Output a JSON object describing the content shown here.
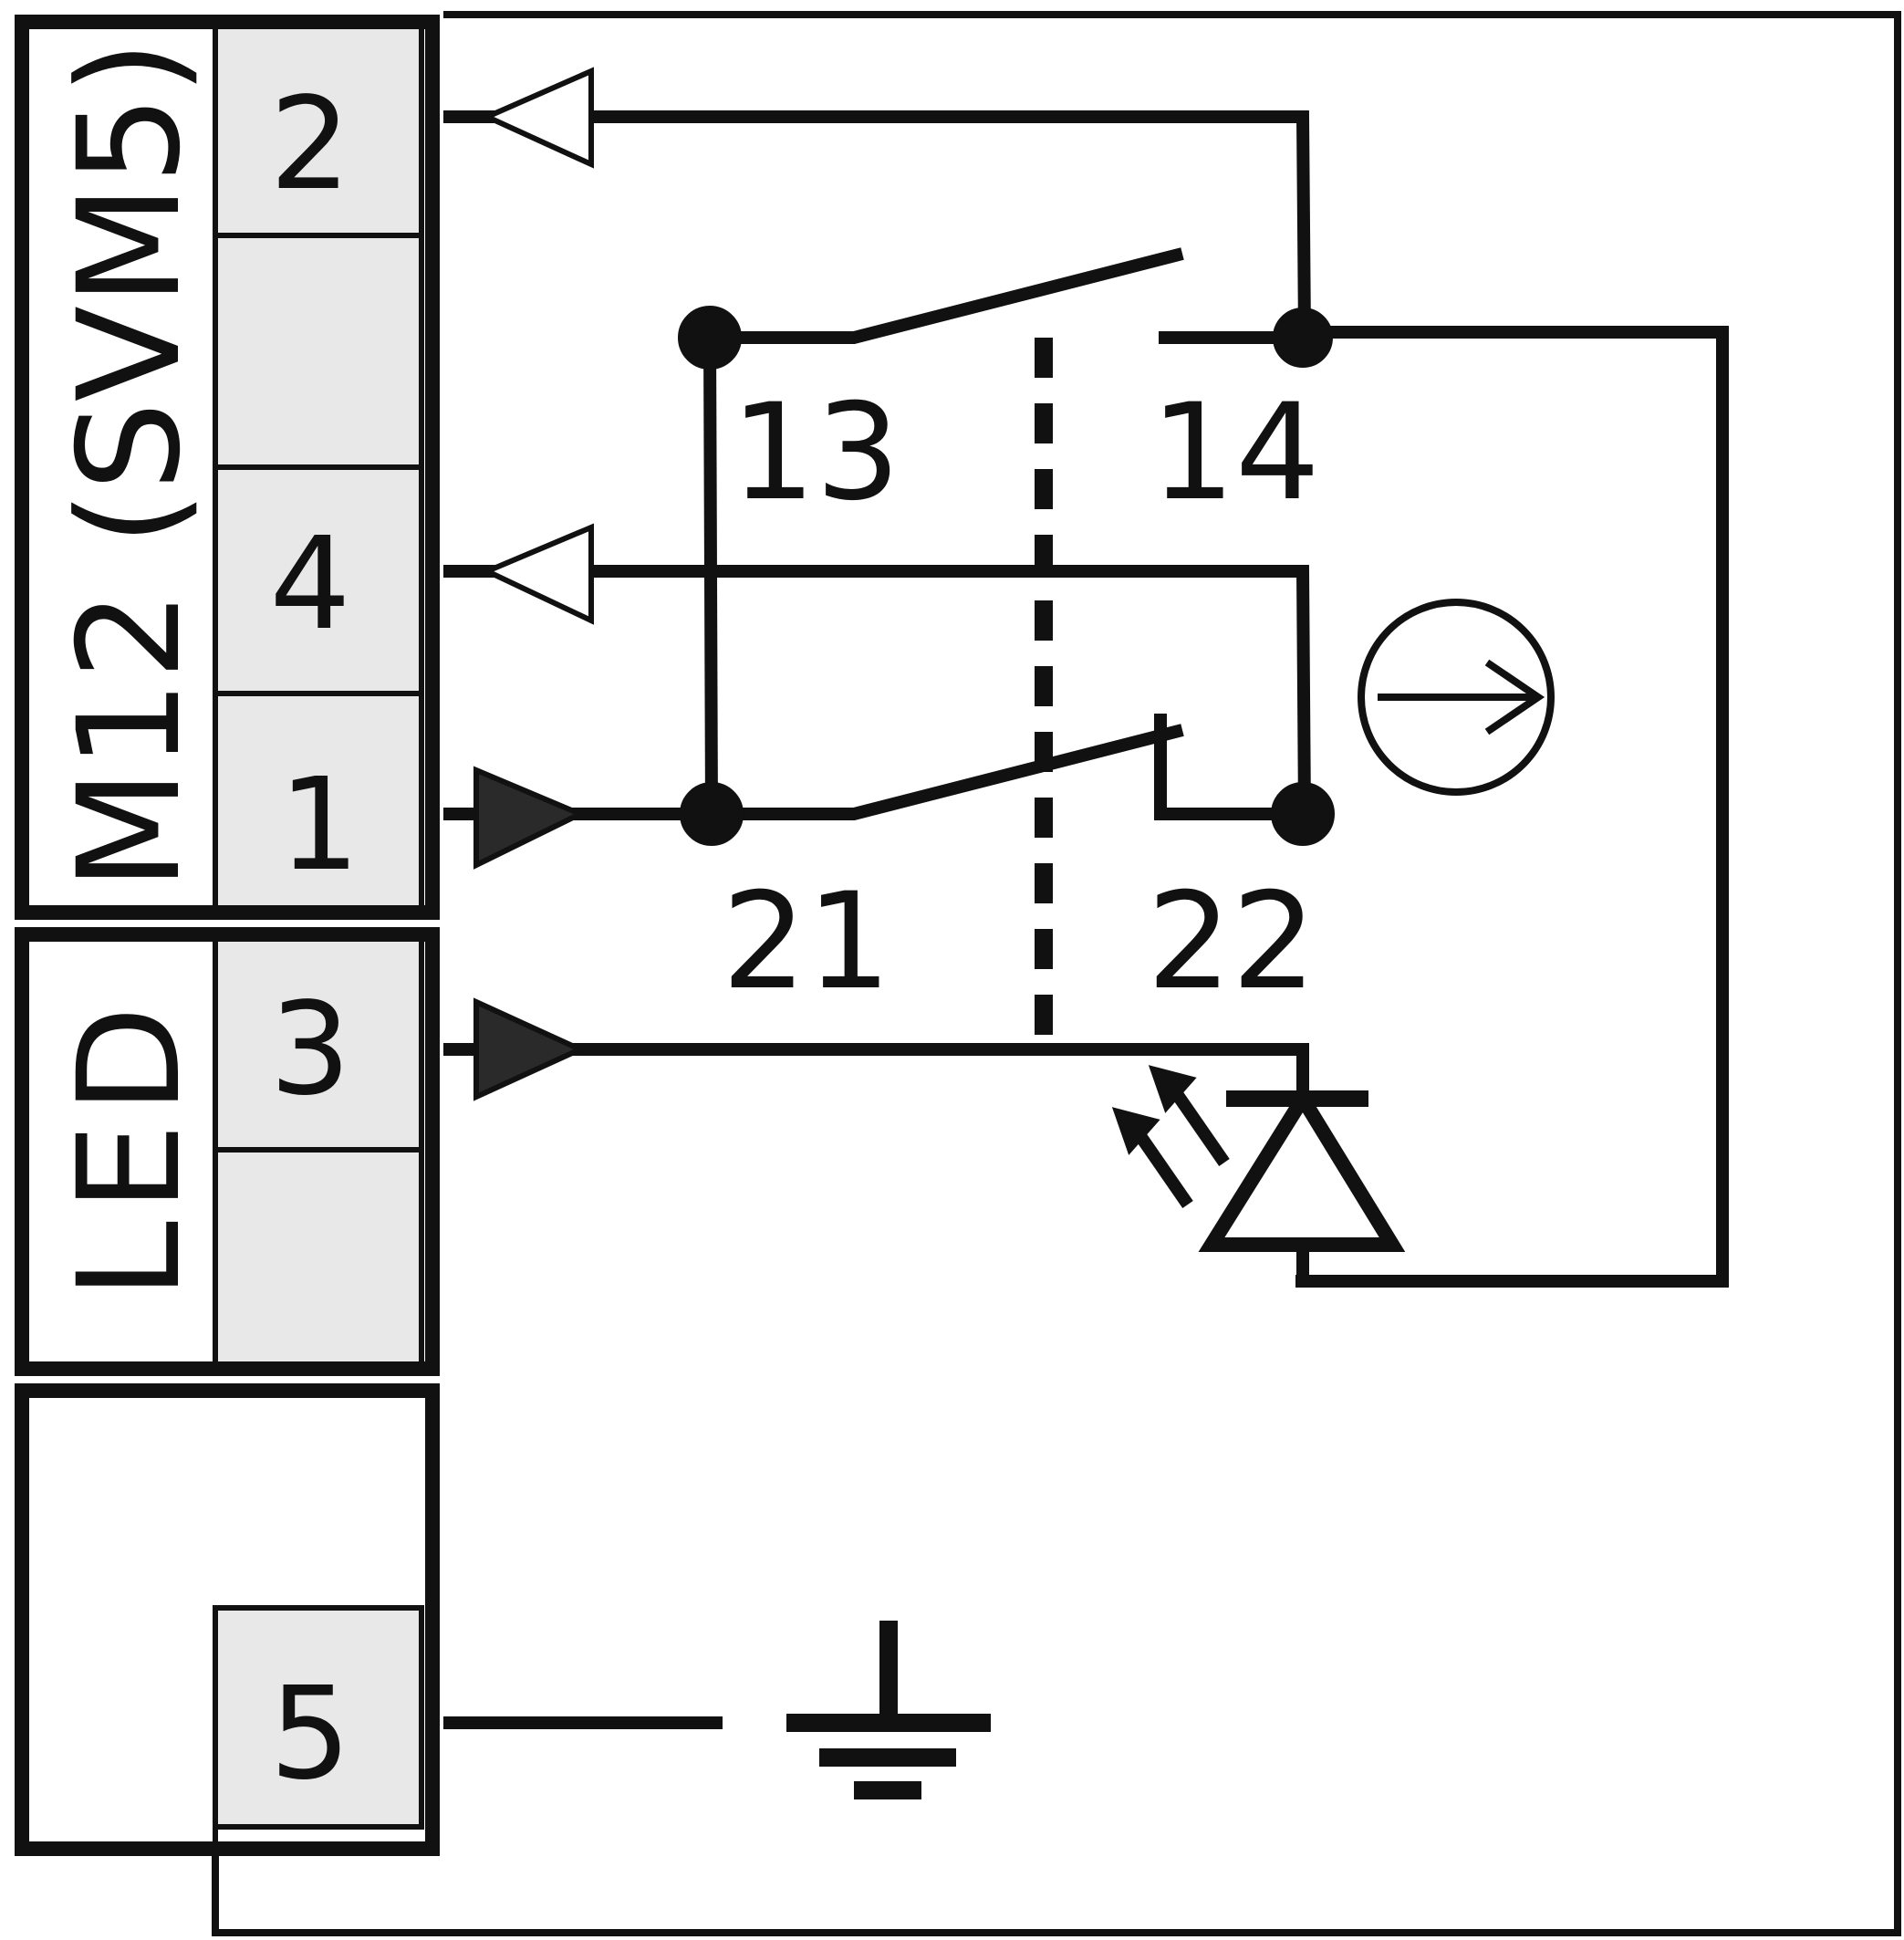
{
  "connector": {
    "name": "M12 (SVM5)",
    "led_label": "LED",
    "pins": [
      {
        "id": "pin-2",
        "label": "2"
      },
      {
        "id": "pin-4",
        "label": "4"
      },
      {
        "id": "pin-1",
        "label": "1"
      },
      {
        "id": "pin-3",
        "label": "3"
      },
      {
        "id": "pin-5",
        "label": "5"
      }
    ]
  },
  "contacts": {
    "no_contact": {
      "terminal_a": "13",
      "terminal_b": "14"
    },
    "nc_contact": {
      "terminal_a": "21",
      "terminal_b": "22"
    }
  },
  "symbols": {
    "positive_opening": "positive-opening-arrow-icon",
    "led": "led-diode-icon",
    "ground": "ground-icon",
    "input_arrow": "hollow-triangle-icon",
    "output_arrow": "filled-triangle-icon"
  },
  "colors": {
    "line": "#111111",
    "pin_fill": "#e8e8e8",
    "output_arrow_fill": "#2a2a2a",
    "background": "#ffffff"
  }
}
